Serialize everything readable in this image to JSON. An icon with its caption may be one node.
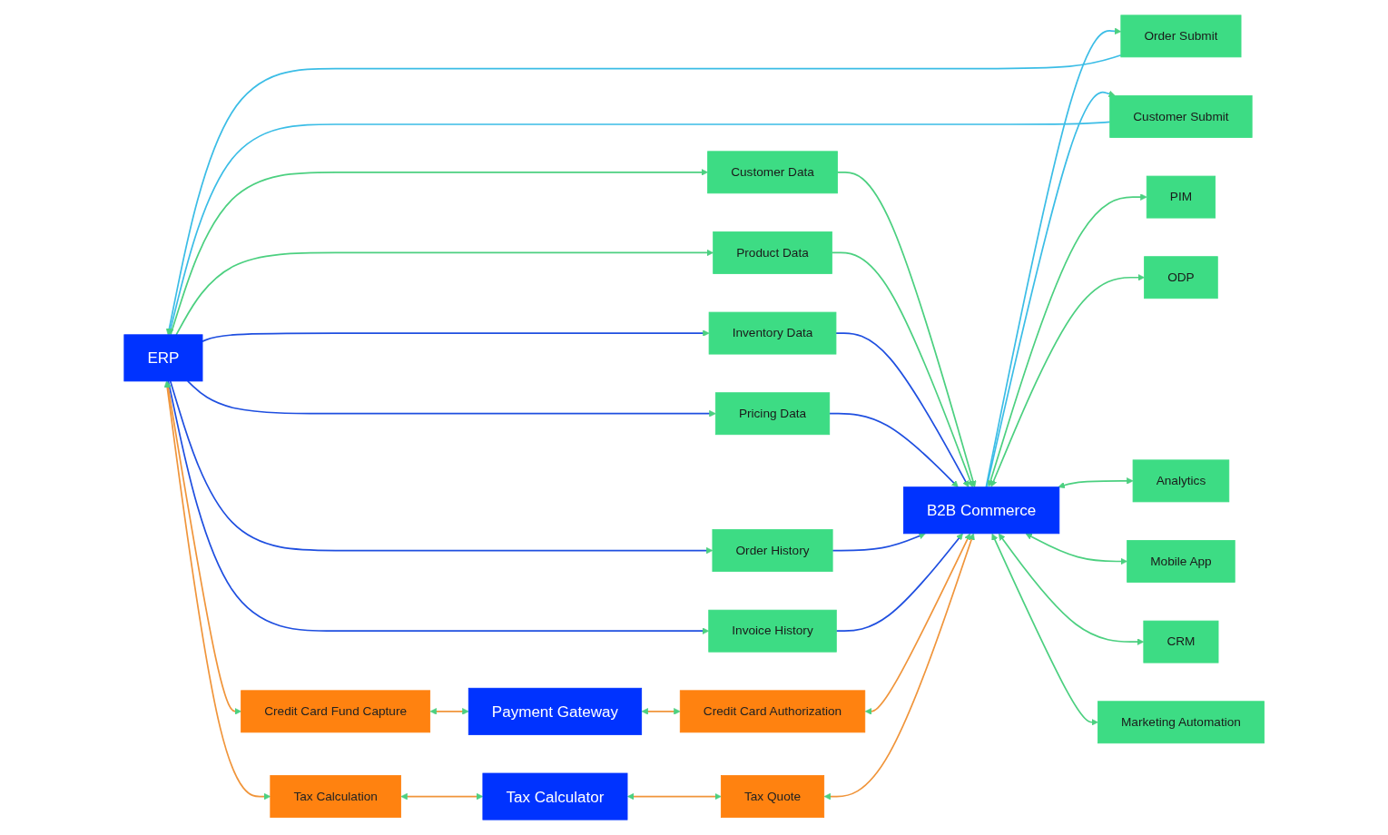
{
  "diagram": {
    "nodes": [
      {
        "text": [
          "ERP"
        ]
      },
      {
        "text": [
          "Customer Data"
        ]
      },
      {
        "text": [
          "Product Data"
        ]
      },
      {
        "text": [
          "Inventory Data"
        ]
      },
      {
        "text": [
          "Pricing Data"
        ]
      },
      {
        "text": [
          "Order History"
        ]
      },
      {
        "text": [
          "Invoice History"
        ]
      },
      {
        "text": [
          "Order Submit"
        ]
      },
      {
        "text": [
          "Customer Submit"
        ]
      },
      {
        "text": [
          "B2B Commerce"
        ]
      },
      {
        "text": [
          "PIM"
        ]
      },
      {
        "text": [
          "ODP"
        ]
      },
      {
        "text": [
          "Analytics"
        ]
      },
      {
        "text": [
          "Mobile App"
        ]
      },
      {
        "text": [
          "CRM"
        ]
      },
      {
        "text": [
          "Marketing Automation"
        ]
      },
      {
        "text": [
          "Payment Gateway"
        ]
      },
      {
        "text": [
          "Credit Card Fund Capture"
        ]
      },
      {
        "text": [
          "Credit Card Authorization"
        ]
      },
      {
        "text": [
          "Tax Calculator"
        ]
      },
      {
        "text": [
          "Tax Calculation"
        ]
      },
      {
        "text": [
          "Tax Quote"
        ]
      }
    ],
    "edges": [
      {
        "from": 0,
        "to": 1,
        "arrow": "to"
      },
      {
        "from": 0,
        "to": 2,
        "arrow": "to"
      },
      {
        "from": 0,
        "to": 3,
        "arrow": "to",
        "color": "#1f4fe0"
      },
      {
        "from": 0,
        "to": 4,
        "arrow": "to",
        "color": "#1f4fe0"
      },
      {
        "from": 0,
        "to": 5,
        "arrow": "to",
        "color": "#1f4fe0"
      },
      {
        "from": 0,
        "to": 6,
        "arrow": "to",
        "color": "#1f4fe0"
      },
      {
        "from": 1,
        "to": 9,
        "arrow": "to"
      },
      {
        "from": 2,
        "to": 9,
        "arrow": "to"
      },
      {
        "from": 3,
        "to": 9,
        "arrow": "to",
        "color": "#1f4fe0"
      },
      {
        "from": 4,
        "to": 9,
        "arrow": "to",
        "color": "#1f4fe0"
      },
      {
        "from": 5,
        "to": 9,
        "arrow": "to",
        "color": "#1f4fe0"
      },
      {
        "from": 6,
        "to": 9,
        "arrow": "to",
        "color": "#1f4fe0"
      },
      {
        "from": 9,
        "to": 7,
        "arrow": "to",
        "color": "#3bbde6"
      },
      {
        "from": 9,
        "to": 8,
        "arrow": "to",
        "color": "#3bbde6"
      },
      {
        "from": 7,
        "to": 0,
        "arrow": "to",
        "color": "#3bbde6"
      },
      {
        "from": 8,
        "to": 0,
        "arrow": "to",
        "color": "#3bbde6"
      },
      {
        "from": 9,
        "to": 10,
        "arrow": "both"
      },
      {
        "from": 9,
        "to": 11,
        "arrow": "both"
      },
      {
        "from": 9,
        "to": 12,
        "arrow": "both"
      },
      {
        "from": 9,
        "to": 13,
        "arrow": "both"
      },
      {
        "from": 9,
        "to": 14,
        "arrow": "both"
      },
      {
        "from": 9,
        "to": 15,
        "arrow": "both"
      },
      {
        "from": 0,
        "to": 17,
        "arrow": "both",
        "color": "#f0953b"
      },
      {
        "from": 17,
        "to": 16,
        "arrow": "both",
        "color": "#f0953b"
      },
      {
        "from": 16,
        "to": 18,
        "arrow": "both",
        "color": "#f0953b"
      },
      {
        "from": 18,
        "to": 9,
        "arrow": "both",
        "color": "#f0953b"
      },
      {
        "from": 0,
        "to": 20,
        "arrow": "both",
        "color": "#f0953b"
      },
      {
        "from": 20,
        "to": 19,
        "arrow": "both",
        "color": "#f0953b"
      },
      {
        "from": 19,
        "to": 21,
        "arrow": "both",
        "color": "#f0953b"
      },
      {
        "from": 21,
        "to": 9,
        "arrow": "both",
        "color": "#f0953b"
      }
    ]
  }
}
